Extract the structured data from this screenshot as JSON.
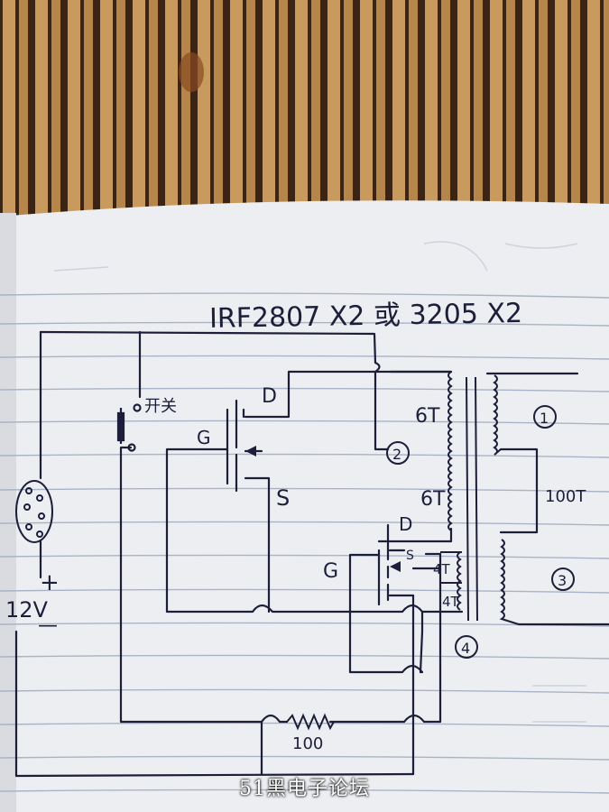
{
  "title": "IRF2807 X2 或 3205 X2",
  "labels": {
    "switch": "开关",
    "voltage_plus": "+",
    "voltage": "12V",
    "voltage_minus": "—",
    "d1": "D",
    "g1": "G",
    "s1": "S",
    "d2": "D",
    "g2": "G",
    "s2": "S",
    "turns_primary_top": "6T",
    "turns_primary_bottom": "6T",
    "turns_secondary": "100T",
    "turns_feedback_top": "4T",
    "turns_feedback_bottom": "4T",
    "resistor": "100",
    "marker1": "1",
    "marker2": "2",
    "marker3": "3",
    "marker4": "4"
  },
  "watermark": "51黑电子论坛",
  "colors": {
    "ink": "#1d1e3a",
    "paper": "#eceef1",
    "rule": "#a9b3c6",
    "wood_dark": "#3b2414",
    "wood_light": "#c89a5e"
  }
}
